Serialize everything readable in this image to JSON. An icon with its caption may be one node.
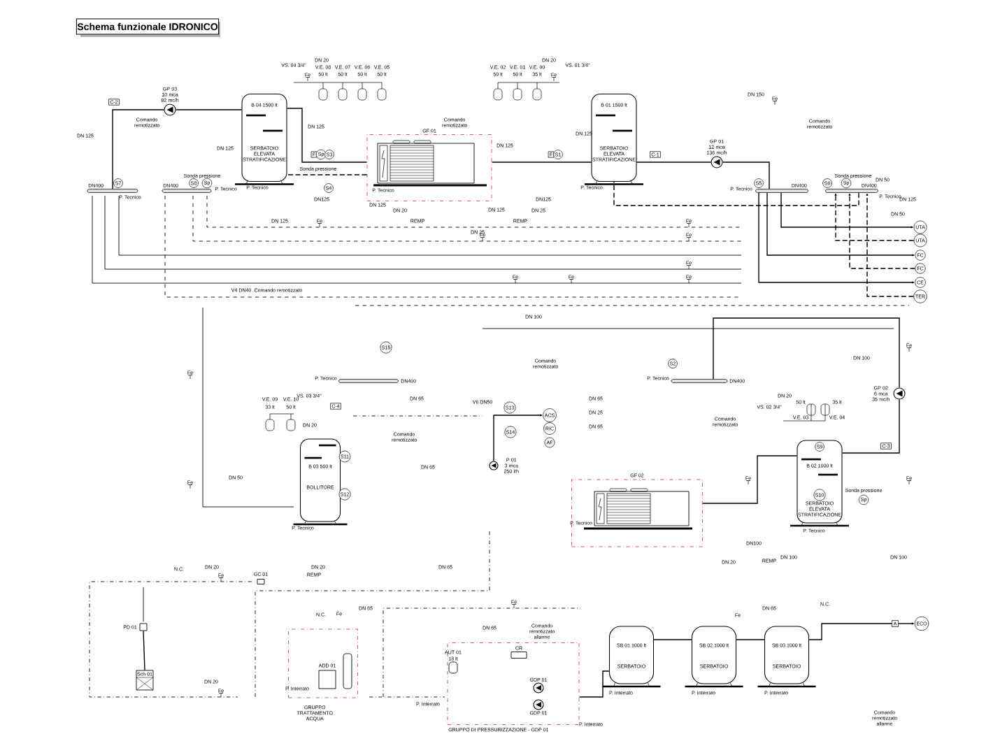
{
  "diagram": {
    "title": "Schema funzionale IDRONICO",
    "nodes": [
      {
        "text": [
          "B 04 1500 lt",
          "SERBATOIO ELEVATA STRATIFICAZIONE"
        ],
        "beside": [
          "P. Tecnico"
        ]
      },
      {
        "text": [
          "GF 01",
          "P. Tecnico"
        ]
      },
      {
        "text": [
          "B 01 1500 lt",
          "SERBATOIO ELEVATA STRATIFICAZIONE"
        ],
        "beside": [
          "P. Tecnico"
        ]
      },
      {
        "text": [],
        "shape": "circle",
        "beside": [
          "GP 01 12 mca 136 mc/h"
        ]
      },
      {
        "text": [],
        "shape": "circle",
        "beside": [
          "GP 03 10 mca 82 mc/h"
        ]
      },
      {
        "text": [],
        "shape": "bar",
        "beside": [
          "DN400",
          "P. Tecnico"
        ]
      },
      {
        "text": [],
        "shape": "bar",
        "beside": [
          "DN400",
          "P. Tecnico"
        ]
      },
      {
        "text": [],
        "shape": "bar",
        "beside": [
          "P. Tecnico",
          "DN400"
        ]
      },
      {
        "text": [],
        "shape": "bar",
        "beside": [
          "P. Tecnico",
          "DN400"
        ]
      },
      {
        "text": [],
        "shape": "bar",
        "beside": [
          "P. Tecnico",
          "DN400"
        ]
      },
      {
        "text": [],
        "shape": "bar",
        "beside": [
          "P. Tecnico",
          "DN400"
        ]
      },
      {
        "text": [
          "B 03 500 lt",
          "BOLLITORE"
        ],
        "beside": [
          "P. Tecnico"
        ]
      },
      {
        "text": [
          "GF 02",
          "P. Tecnico"
        ]
      },
      {
        "text": [
          "B 02 1000 lt",
          "SERBATOIO ELEVATA STRATIFICAZIONE"
        ],
        "beside": [
          "P. Tecnico"
        ]
      },
      {
        "text": [],
        "shape": "circle",
        "beside": [
          "GP 02 6 mca 35 mc/h"
        ]
      },
      {
        "text": [],
        "shape": "circle",
        "beside": [
          "P 01 3 mca 250 l/h"
        ]
      },
      {
        "text": [
          "GRUPPO TRATTAMENTO ACQUA"
        ]
      },
      {
        "text": [
          "ADD 01"
        ],
        "in": 16
      },
      {
        "text": [
          "GRUPPO DI PRESSURIZZAZIONE - GDP 01"
        ]
      },
      {
        "text": [
          "AUT 01",
          "18 lt"
        ],
        "in": 18
      },
      {
        "text": [
          "CR"
        ],
        "in": 18
      },
      {
        "text": [],
        "shape": "circle",
        "in": 18,
        "beside": [
          "GDP 01"
        ]
      },
      {
        "text": [],
        "shape": "circle",
        "in": 18,
        "beside": [
          "GDP 01"
        ]
      },
      {
        "text": [
          "SB 01 1000 lt",
          "SERBATOIO"
        ]
      },
      {
        "text": [
          "SB 02 1000 lt",
          "SERBATOIO"
        ]
      },
      {
        "text": [
          "SB 03 1000 lt",
          "SERBATOIO"
        ]
      },
      {
        "text": [
          "Sch 01"
        ]
      },
      {
        "text": [],
        "shape": "box",
        "beside": [
          "PD 01"
        ]
      },
      {
        "text": [],
        "shape": "box",
        "beside": [
          "GC 01"
        ]
      },
      {
        "text": [
          "UTA"
        ]
      },
      {
        "text": [
          "UTA"
        ]
      },
      {
        "text": [
          "FC"
        ]
      },
      {
        "text": [
          "FC"
        ]
      },
      {
        "text": [
          "CE"
        ]
      },
      {
        "text": [
          "TER"
        ]
      },
      {
        "text": [
          "ACS"
        ]
      },
      {
        "text": [
          "RIC"
        ]
      },
      {
        "text": [
          "AF"
        ]
      },
      {
        "text": [
          "ECO"
        ]
      },
      {
        "text": [
          "A"
        ]
      }
    ],
    "edges": [
      {
        "from": 5,
        "to": 4,
        "arrow": "none"
      },
      {
        "from": 4,
        "to": 0,
        "arrow": "none"
      },
      {
        "from": 0,
        "to": 1,
        "arrow": "none"
      },
      {
        "from": 1,
        "to": 2,
        "arrow": "none"
      },
      {
        "from": 2,
        "to": 3,
        "arrow": "none"
      },
      {
        "from": 3,
        "to": 7,
        "arrow": "none"
      },
      {
        "from": 8,
        "to": 2,
        "arrow": "none",
        "style": "dashed"
      },
      {
        "from": 1,
        "to": 0,
        "arrow": "none",
        "style": "dashed"
      },
      {
        "from": 12,
        "to": 13,
        "arrow": "none"
      },
      {
        "from": 13,
        "to": 14,
        "arrow": "none"
      },
      {
        "from": 14,
        "to": 10,
        "arrow": "none"
      },
      {
        "from": 7,
        "to": 29,
        "arrow": "to"
      },
      {
        "from": 7,
        "to": 31,
        "arrow": "to"
      },
      {
        "from": 7,
        "to": 33,
        "arrow": "to"
      },
      {
        "from": 30,
        "to": 8,
        "arrow": "to",
        "style": "dashed"
      },
      {
        "from": 32,
        "to": 8,
        "arrow": "to",
        "style": "dashed"
      },
      {
        "from": 34,
        "to": 8,
        "arrow": "to",
        "style": "dashed"
      },
      {
        "from": 18,
        "to": 23,
        "arrow": "none"
      },
      {
        "from": 23,
        "to": 24,
        "arrow": "none"
      },
      {
        "from": 24,
        "to": 25,
        "arrow": "none"
      },
      {
        "from": 25,
        "to": 39,
        "arrow": "none"
      },
      {
        "from": 39,
        "to": 38,
        "arrow": "to"
      },
      {
        "from": 27,
        "to": 26,
        "arrow": "none"
      },
      {
        "from": 15,
        "to": 35,
        "arrow": "to"
      }
    ],
    "labels": [
      "C-2",
      "Comando remotizzato",
      "DN 125",
      "VS. 04 3/4\"",
      "DN 20",
      "V.E. 08",
      "V.E. 07",
      "V.E. 06",
      "V.E. 05",
      "Fe",
      "50 lt",
      "50 lt",
      "50 lt",
      "50 lt",
      "DN 125",
      "DN 125",
      "Sonda pressione",
      "S7",
      "S8",
      "Sp",
      "DN 125",
      "F",
      "Sp",
      "S3",
      "Sonda pressione",
      "S4",
      "DN125",
      "DN 125",
      "Comando remotizzato",
      "DN 125",
      "F",
      "S1",
      "DN125",
      "DN 20",
      "DN 125",
      "DN 25",
      "REMP",
      "REMP",
      "DN 25",
      "V.E. 02",
      "V.E. 01",
      "V.E. 00",
      "50 lt",
      "50 lt",
      "35 lt",
      "Fe",
      "DN 20",
      "VS. 01 3/4\"",
      "DN 125",
      "C-1",
      "DN 150",
      "Fe",
      "Comando remotizzato",
      "Sonda pressione",
      "S5",
      "S6",
      "Sp",
      "DN 50",
      "DN 125",
      "DN 50",
      "Fe",
      "Fe",
      "Fe",
      "Fe",
      "Fe",
      "Fe",
      "Fe",
      "Fe",
      "V4 DN40",
      "Comando remotizzato",
      "DN 100",
      "S15",
      "Comando remotizzato",
      "S2",
      "DN 100",
      "Fe",
      "Fe",
      "V.E. 09",
      "V.E. 10",
      "33 lt",
      "50 lt",
      "VS. 03 3/4\"",
      "DN 20",
      "C-4",
      "DN 65",
      "V6 DN50",
      "S13",
      "S14",
      "Comando remotizzato",
      "S11",
      "S12",
      "DN 65",
      "DN 25",
      "DN 65",
      "DN 65",
      "DN 50",
      "Fe",
      "DN 20",
      "VS. 02 3/4\"",
      "50 lt",
      "35 lt",
      "V.E. 03",
      "V.E. 04",
      "Comando remotizzato",
      "S9",
      "C-3",
      "S10",
      "Sonda pressione",
      "Sp",
      "Fe",
      "Fe",
      "DN100",
      "DN 20",
      "REMP",
      "DN 100",
      "DN 100",
      "DN 20",
      "N.C.",
      "DN 20",
      "REMP",
      "DN 65",
      "Fe",
      "Fe",
      "DN 65",
      "N.C.",
      "Fe",
      "DN 65",
      "DN 20",
      "Fe",
      "Comando remotizzato allarme",
      "P. Interrato",
      "P. Interrato",
      "P. Interrato",
      "P. Interrato",
      "P. Interrato",
      "P. Interrato",
      "DN 65",
      "Fe",
      "N.C.",
      "Comando remotizzato allarme"
    ]
  }
}
